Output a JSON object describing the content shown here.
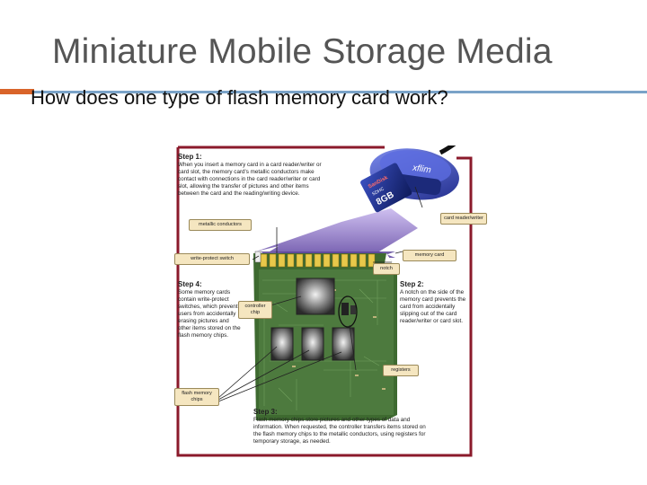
{
  "slide": {
    "title": "Miniature Mobile Storage Media",
    "subtitle": "How does one type of flash memory card work?"
  },
  "figure": {
    "steps": {
      "step1_title": "Step 1:",
      "step1_text": "When you insert a memory card in a card reader/writer or card slot, the memory card's metallic conductors make contact with connections in the card reader/writer or card slot, allowing the transfer of pictures and other items between the card and the reading/writing device.",
      "step2_title": "Step 2:",
      "step2_text": "A notch on the side of the memory card prevents the card from accidentally slipping out of the card reader/writer or card slot.",
      "step3_title": "Step 3:",
      "step3_text": "Flash memory chips store pictures and other types of data and information. When requested, the controller transfers items stored on the flash memory chips to the metallic conductors, using registers for temporary storage, as needed.",
      "step4_title": "Step 4:",
      "step4_text": "Some memory cards contain write-protect switches, which prevent users from accidentally erasing pictures and other items stored on the flash memory chips."
    },
    "callouts": {
      "metallic_conductors": "metallic conductors",
      "card_reader_writer": "card reader/writer",
      "memory_card": "memory card",
      "write_protect_switch": "write-protect switch",
      "notch": "notch",
      "controller_chip": "controller chip",
      "registers": "registers",
      "flash_memory_chips": "flash memory chips"
    },
    "card": {
      "brand": "SanDisk",
      "type": "SDHC",
      "capacity": "8GB"
    },
    "reader_brand": "xflim",
    "colors": {
      "frame": "#8b1a2b",
      "beam": "#7a63b8",
      "board": "#4d7a3e",
      "contacts": "#e8c84a",
      "reader": "#2e3fa8",
      "callout_bg": "#f5e6c0"
    }
  }
}
